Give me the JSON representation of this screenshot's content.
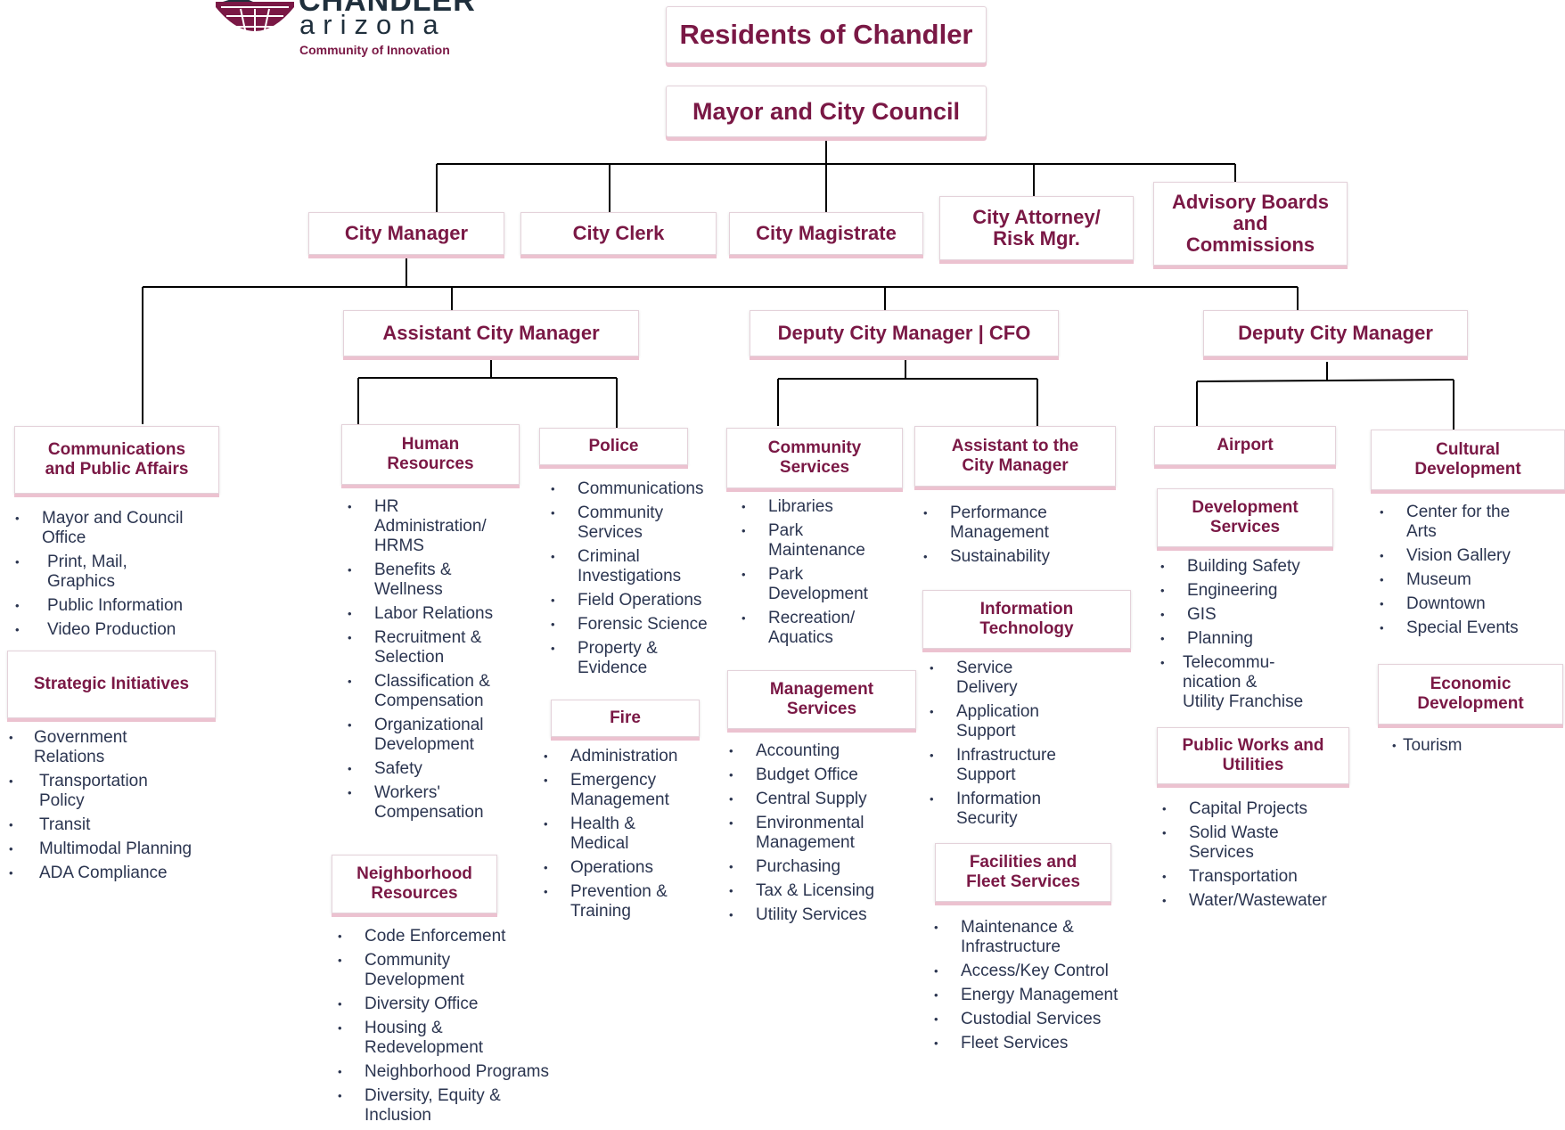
{
  "logo": {
    "wordmark": "CHANDLER",
    "state": "arizona",
    "tagline": "Community of Innovation"
  },
  "top": {
    "residents": "Residents of Chandler",
    "council": "Mayor and City Council"
  },
  "row2": [
    "City Manager",
    "City Clerk",
    "City Magistrate",
    "City Attorney/\nRisk Mgr.",
    "Advisory Boards\nand\nCommissions"
  ],
  "row3": [
    "Assistant City Manager",
    "Deputy City Manager | CFO",
    "Deputy City Manager"
  ],
  "departments": {
    "comm": {
      "title": "Communications\nand Public Affairs",
      "items": [
        "Mayor and Council\nOffice",
        "Print, Mail,\nGraphics",
        "Public Information",
        "Video Production"
      ]
    },
    "strategic": {
      "title": "Strategic Initiatives",
      "items": [
        "Government\nRelations",
        "Transportation\nPolicy",
        "Transit",
        "Multimodal Planning",
        "ADA Compliance"
      ]
    },
    "hr": {
      "title": "Human\nResources",
      "items": [
        "HR\nAdministration/\nHRMS",
        "Benefits &\nWellness",
        "Labor Relations",
        "Recruitment &\nSelection",
        "Classification &\nCompensation",
        "Organizational\nDevelopment",
        "Safety",
        "Workers'\nCompensation"
      ]
    },
    "neighborhood": {
      "title": "Neighborhood\nResources",
      "items": [
        "Code Enforcement",
        "Community\nDevelopment",
        "Diversity Office",
        "Housing &\nRedevelopment",
        "Neighborhood Programs",
        "Diversity, Equity &\nInclusion"
      ]
    },
    "police": {
      "title": "Police",
      "items": [
        "Communications",
        "Community\nServices",
        "Criminal\nInvestigations",
        "Field Operations",
        "Forensic Science",
        "Property &\nEvidence"
      ]
    },
    "fire": {
      "title": "Fire",
      "items": [
        "Administration",
        "Emergency\nManagement",
        "Health &\nMedical",
        "Operations",
        "Prevention &\nTraining"
      ]
    },
    "community": {
      "title": "Community\nServices",
      "items": [
        "Libraries",
        "Park\nMaintenance",
        "Park\nDevelopment",
        "Recreation/\nAquatics"
      ]
    },
    "management": {
      "title": "Management\nServices",
      "items": [
        "Accounting",
        "Budget Office",
        "Central Supply",
        "Environmental\nManagement",
        "Purchasing",
        "Tax & Licensing",
        "Utility Services"
      ]
    },
    "assistant": {
      "title": "Assistant to the\nCity Manager",
      "items": [
        "Performance\nManagement",
        "Sustainability"
      ]
    },
    "it": {
      "title": "Information\nTechnology",
      "items": [
        "Service\nDelivery",
        "Application\nSupport",
        "Infrastructure\nSupport",
        "Information\nSecurity"
      ]
    },
    "facilities": {
      "title": "Facilities and\nFleet Services",
      "items": [
        "Maintenance &\nInfrastructure",
        "Access/Key Control",
        "Energy Management",
        "Custodial Services",
        "Fleet Services"
      ]
    },
    "airport": {
      "title": "Airport",
      "items": []
    },
    "devserv": {
      "title": "Development\nServices",
      "items": [
        "Building  Safety",
        "Engineering",
        "GIS",
        "Planning",
        "Telecommu-\nnication  &\nUtility Franchise"
      ]
    },
    "publicworks": {
      "title": "Public Works and\nUtilities",
      "items": [
        "Capital Projects",
        "Solid Waste\nServices",
        "Transportation",
        "Water/Wastewater"
      ]
    },
    "cultural": {
      "title": "Cultural\nDevelopment",
      "items": [
        "Center for the\nArts",
        "Vision Gallery",
        "Museum",
        "Downtown",
        "Special Events"
      ]
    },
    "economic": {
      "title": "Economic\nDevelopment",
      "items": [
        "Tourism"
      ]
    }
  },
  "colors": {
    "title": "#7a1845",
    "text": "#2b3550",
    "line": "#000000",
    "shadow": "#ecc2d0"
  }
}
